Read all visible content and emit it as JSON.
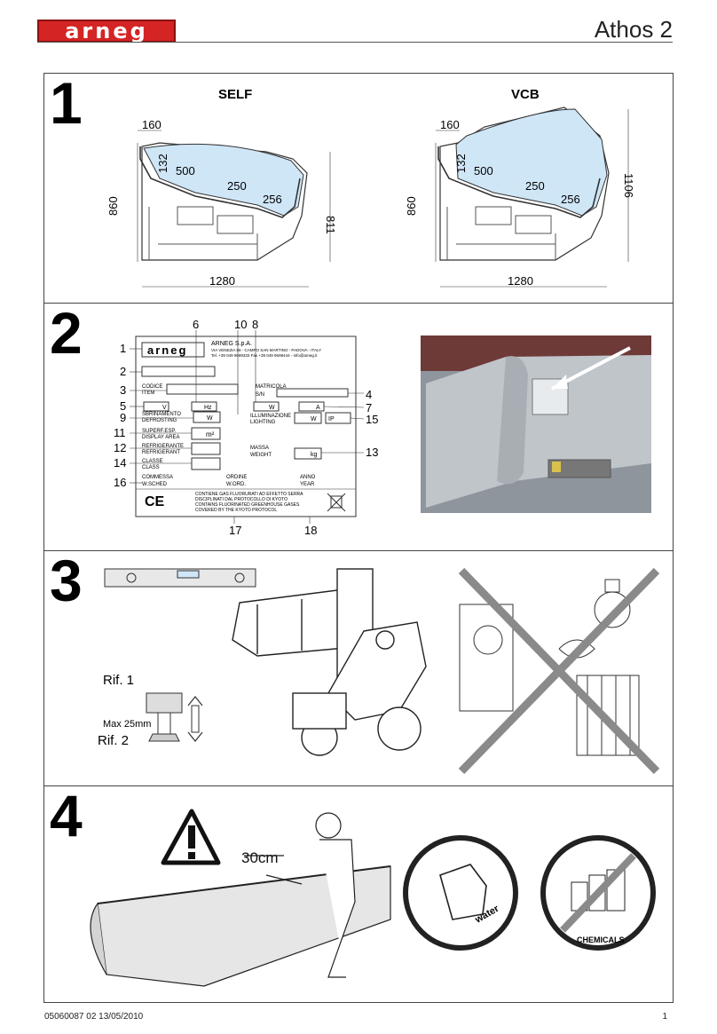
{
  "header": {
    "brand": "arneg",
    "model": "Athos 2"
  },
  "footer": {
    "doc_code": "05060087  02  13/05/2010",
    "page": "1"
  },
  "panel1": {
    "num": "1",
    "self": {
      "title": "SELF",
      "d160": "160",
      "d132": "132",
      "d500": "500",
      "d250": "250",
      "d256": "256",
      "h860": "860",
      "h811": "811",
      "w1280": "1280"
    },
    "vcb": {
      "title": "VCB",
      "d160": "160",
      "d132": "132",
      "d500": "500",
      "d250": "250",
      "d256": "256",
      "h860": "860",
      "h1106": "1106",
      "w1280": "1280"
    }
  },
  "panel2": {
    "num": "2",
    "callouts": [
      "1",
      "2",
      "3",
      "4",
      "5",
      "6",
      "7",
      "8",
      "9",
      "10",
      "11",
      "12",
      "13",
      "14",
      "15",
      "16",
      "17",
      "18"
    ],
    "plate": {
      "brand": "arneg",
      "company": "ARNEG S.p.A.",
      "address": "VIA VENEZIA 58 - CAMPO SAN MARTINO - PADOVA - ITALY",
      "contact": "Tel. +39 049 9699333 Fax +39 049 9699444 - info@arneg.it",
      "codice": "CODICE",
      "item": "ITEM",
      "matricola": "MATRICOLA",
      "sn": "S/N",
      "v": "V",
      "hz": "Hz",
      "w": "W",
      "a": "A",
      "sbrinamento": "SBRINAMENTO",
      "defrosting": "DEFROSTING",
      "illuminazione": "ILLUMINAZIONE",
      "lighting": "LIGHTING",
      "ip": "IP",
      "superf": "SUPERF.ESP.",
      "display_area": "DISPLAY AREA",
      "m2": "m²",
      "refrigerante": "REFRIGERANTE",
      "refrigerant": "REFRIGERANT",
      "massa": "MASSA",
      "weight": "WEIGHT",
      "kg": "kg",
      "classe": "CLASSE",
      "class": "CLASS",
      "commessa": "COMMESSA",
      "wsched": "W.SCHED",
      "ordine": "ORDINE",
      "word": "W.ORD.",
      "anno": "ANNO",
      "year": "YEAR",
      "gas1": "CONTIENE GAS FLUORURATI AD EFFETTO SERRA",
      "gas2": "DISCIPLINATI DAL PROTOCOLLO DI KYOTO",
      "gas3": "CONTAINS FLUORINATED GREENHOUSE GASES",
      "gas4": "COVERED BY THE KYOTO PROTOCOL",
      "ce": "CE"
    }
  },
  "panel3": {
    "num": "3",
    "rif1": "Rif. 1",
    "rif2": "Rif. 2",
    "max": "Max 25mm"
  },
  "panel4": {
    "num": "4",
    "dist": "30cm",
    "water": "water",
    "chemicals": "CHEMICALS"
  },
  "colors": {
    "brand_red": "#d42424",
    "glass_blue": "#cfe6f7",
    "photo_grey": "#9aa0a6"
  }
}
